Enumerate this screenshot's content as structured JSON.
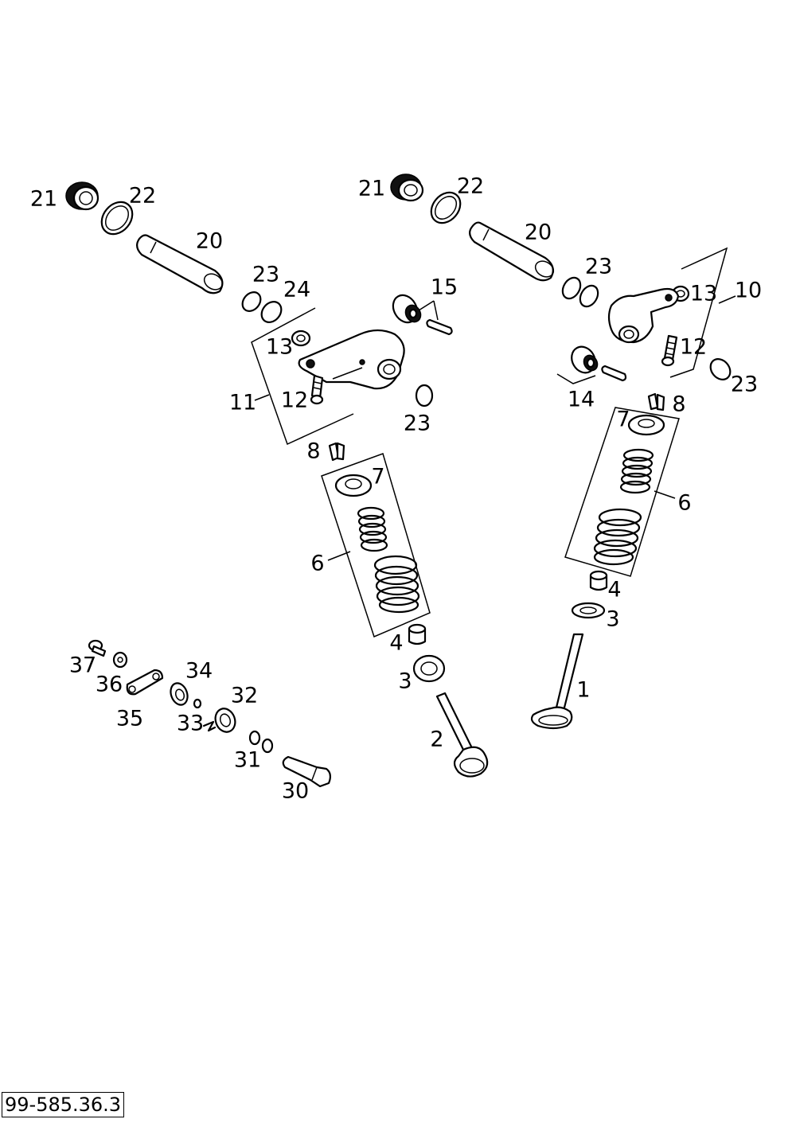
{
  "reference_code": "99-585.36.3",
  "labels": {
    "l21a": "21",
    "l22a": "22",
    "l20a": "20",
    "l23a": "23",
    "l24": "24",
    "l15": "15",
    "l13a": "13",
    "l11": "11",
    "l12a": "12",
    "l23b": "23",
    "l8a": "8",
    "l7a": "7",
    "l6a": "6",
    "l4a": "4",
    "l3a": "3",
    "l2": "2",
    "l21b": "21",
    "l22b": "22",
    "l20b": "20",
    "l23c": "23",
    "l13b": "13",
    "l10": "10",
    "l12b": "12",
    "l23d": "23",
    "l14": "14",
    "l8b": "8",
    "l7b": "7",
    "l6b": "6",
    "l4b": "4",
    "l3b": "3",
    "l1": "1",
    "l37": "37",
    "l36": "36",
    "l34": "34",
    "l35": "35",
    "l32": "32",
    "l33": "33",
    "l31": "31",
    "l30": "30"
  }
}
